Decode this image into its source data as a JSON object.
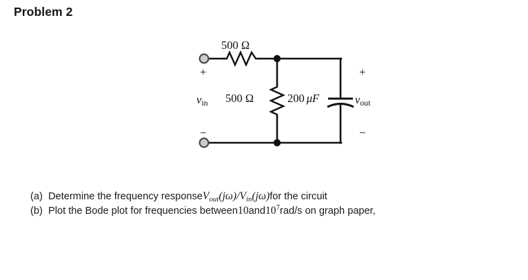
{
  "page": {
    "title": "Problem 2",
    "background_color": "#ffffff",
    "ink_color": "#111111"
  },
  "circuit": {
    "name": "RC low-pass circuit",
    "series_resistor": {
      "value": "500",
      "unit": "Ω",
      "label": "500 Ω",
      "orientation": "horizontal"
    },
    "shunt_resistor": {
      "value": "500",
      "unit": "Ω",
      "label": "500 Ω",
      "orientation": "vertical"
    },
    "capacitor": {
      "value": "200",
      "unit": "μF",
      "label_number": "200",
      "label_unit": "μF",
      "type": "polarized"
    },
    "input_port": {
      "label_v": "v",
      "label_sub": "in",
      "plus": "+",
      "minus": "−"
    },
    "output_port": {
      "label_v": "v",
      "label_sub": "out",
      "plus": "+",
      "minus": "−"
    },
    "terminal_fill": "#cccccc",
    "wire_color": "#111111"
  },
  "questions": [
    {
      "marker": "(a)",
      "text_before": "Determine the frequency response ",
      "math": {
        "v1": "V",
        "sub1": "out",
        "arg1": "(jω)",
        "slash": "/",
        "v2": "V",
        "sub2": "in",
        "arg2": "(jω)"
      },
      "text_after": " for the circuit"
    },
    {
      "marker": "(b)",
      "text_before": "Plot the Bode plot for frequencies between ",
      "value_low": "10",
      "text_mid": " and ",
      "value_high_base": "10",
      "value_high_exp": "7",
      "text_after": "  rad/s on graph paper,"
    }
  ]
}
